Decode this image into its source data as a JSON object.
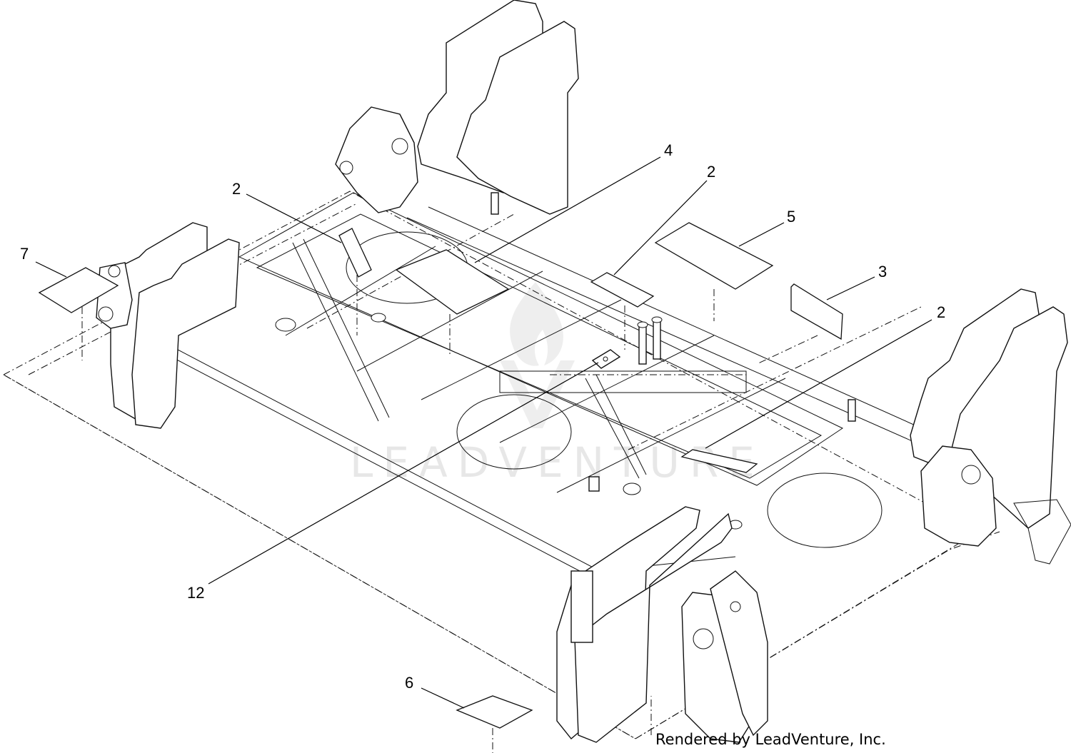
{
  "diagram": {
    "callouts": [
      {
        "id": "c1",
        "label": "7"
      },
      {
        "id": "c2",
        "label": "2"
      },
      {
        "id": "c3",
        "label": "4"
      },
      {
        "id": "c4",
        "label": "2"
      },
      {
        "id": "c5",
        "label": "5"
      },
      {
        "id": "c6",
        "label": "3"
      },
      {
        "id": "c7",
        "label": "2"
      },
      {
        "id": "c8",
        "label": "12"
      },
      {
        "id": "c9",
        "label": "6"
      }
    ],
    "credit": "Rendered by LeadVenture, Inc.",
    "watermark": "LEADVENTURE"
  }
}
